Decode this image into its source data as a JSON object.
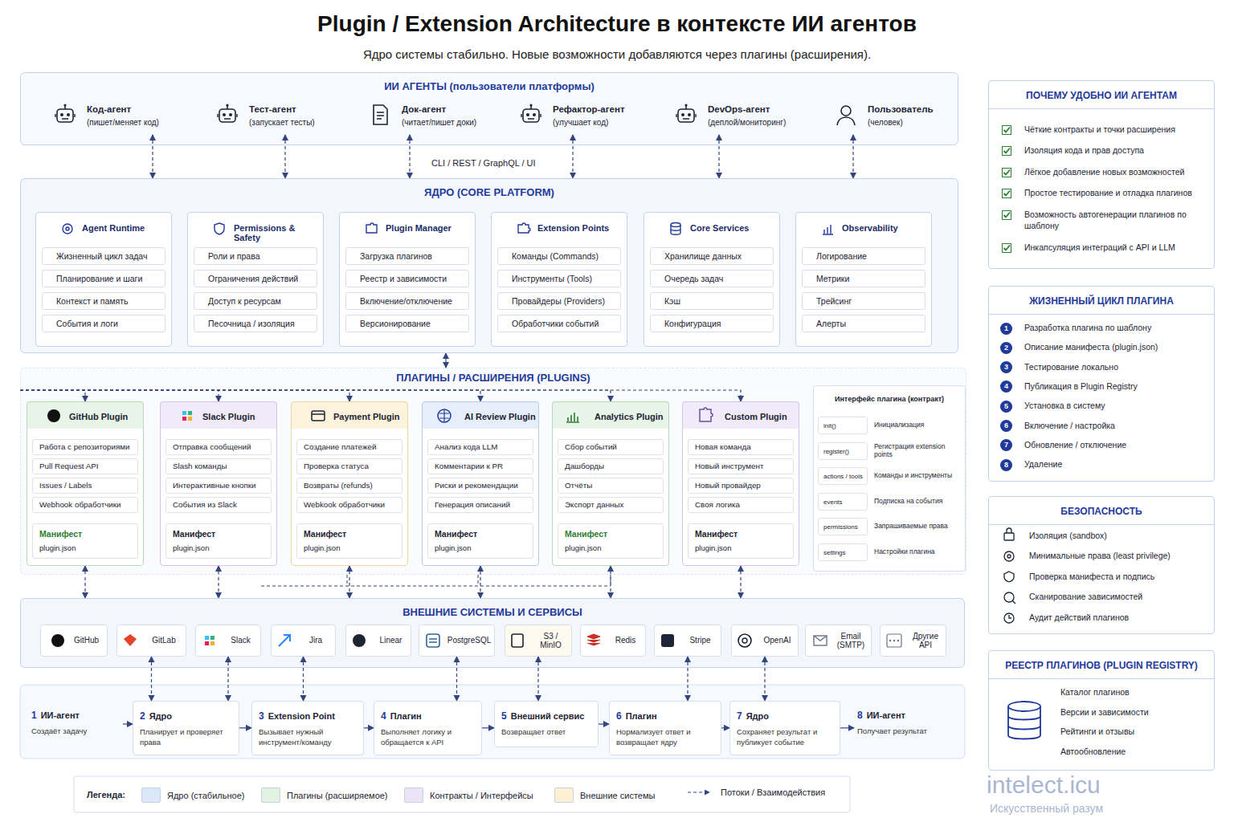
{
  "diagram": {
    "title": "Plugin / Extension Architecture в контексте ИИ агентов",
    "caption": "Ядро системы стабильно. Новые возможности добавляются через плагины (расширения).",
    "nodes": [
      {
        "text": [
          "ИИ АГЕНТЫ (пользователи платформы)"
        ]
      },
      {
        "text": [
          "Код-агент",
          "(пишет/меняет код)"
        ],
        "in": 0
      },
      {
        "text": [
          "Тест-агент",
          "(запускает тесты)"
        ],
        "in": 0
      },
      {
        "text": [
          "Док-агент",
          "(читает/пишет доки)"
        ],
        "in": 0
      },
      {
        "text": [
          "Рефактор-агент",
          "(улучшает код)"
        ],
        "in": 0
      },
      {
        "text": [
          "DevOps-агент",
          "(деплой/мониторинг)"
        ],
        "in": 0
      },
      {
        "text": [
          "Пользователь",
          "(человек)"
        ],
        "in": 0
      },
      {
        "text": [
          "ЯДРО (CORE PLATFORM)"
        ]
      },
      {
        "text": [
          "Agent Runtime"
        ],
        "in": 7
      },
      {
        "text": [
          "Жизненный цикл задач"
        ],
        "in": 8
      },
      {
        "text": [
          "Планирование и шаги"
        ],
        "in": 8
      },
      {
        "text": [
          "Контекст и память"
        ],
        "in": 8
      },
      {
        "text": [
          "События и логи"
        ],
        "in": 8
      },
      {
        "text": [
          "Permissions & Safety"
        ],
        "in": 7
      },
      {
        "text": [
          "Роли и права"
        ],
        "in": 13
      },
      {
        "text": [
          "Ограничения действий"
        ],
        "in": 13
      },
      {
        "text": [
          "Доступ к ресурсам"
        ],
        "in": 13
      },
      {
        "text": [
          "Песочница / изоляция"
        ],
        "in": 13
      },
      {
        "text": [
          "Plugin Manager"
        ],
        "in": 7
      },
      {
        "text": [
          "Загрузка плагинов"
        ],
        "in": 18
      },
      {
        "text": [
          "Реестр и зависимости"
        ],
        "in": 18
      },
      {
        "text": [
          "Включение/отключение"
        ],
        "in": 18
      },
      {
        "text": [
          "Версионирование"
        ],
        "in": 18
      },
      {
        "text": [
          "Extension Points"
        ],
        "in": 7
      },
      {
        "text": [
          "Команды (Commands)"
        ],
        "in": 23
      },
      {
        "text": [
          "Инструменты (Tools)"
        ],
        "in": 23
      },
      {
        "text": [
          "Провайдеры (Providers)"
        ],
        "in": 23
      },
      {
        "text": [
          "Обработчики событий"
        ],
        "in": 23
      },
      {
        "text": [
          "Core Services"
        ],
        "in": 7
      },
      {
        "text": [
          "Хранилище данных"
        ],
        "in": 28
      },
      {
        "text": [
          "Очередь задач"
        ],
        "in": 28
      },
      {
        "text": [
          "Кэш"
        ],
        "in": 28
      },
      {
        "text": [
          "Конфигурация"
        ],
        "in": 28
      },
      {
        "text": [
          "Observability"
        ],
        "in": 7
      },
      {
        "text": [
          "Логирование"
        ],
        "in": 33
      },
      {
        "text": [
          "Метрики"
        ],
        "in": 33
      },
      {
        "text": [
          "Трейсинг"
        ],
        "in": 33
      },
      {
        "text": [
          "Алерты"
        ],
        "in": 33
      },
      {
        "text": [
          "ПЛАГИНЫ / РАСШИРЕНИЯ (PLUGINS)"
        ]
      },
      {
        "text": [
          "GitHub Plugin"
        ],
        "in": 38
      },
      {
        "text": [
          "Работа с репозиториями"
        ],
        "in": 39
      },
      {
        "text": [
          "Pull Request API"
        ],
        "in": 39
      },
      {
        "text": [
          "Issues / Labels"
        ],
        "in": 39
      },
      {
        "text": [
          "Webhook обработчики"
        ],
        "in": 39
      },
      {
        "text": [
          "Манифест",
          "plugin.json"
        ],
        "in": 39
      },
      {
        "text": [
          "Slack Plugin"
        ],
        "in": 38
      },
      {
        "text": [
          "Отправка сообщений"
        ],
        "in": 45
      },
      {
        "text": [
          "Slash команды"
        ],
        "in": 45
      },
      {
        "text": [
          "Интерактивные кнопки"
        ],
        "in": 45
      },
      {
        "text": [
          "События из Slack"
        ],
        "in": 45
      },
      {
        "text": [
          "Манифест",
          "plugin.json"
        ],
        "in": 45
      },
      {
        "text": [
          "Payment Plugin"
        ],
        "in": 38
      },
      {
        "text": [
          "Создание платежей"
        ],
        "in": 51
      },
      {
        "text": [
          "Проверка статуса"
        ],
        "in": 51
      },
      {
        "text": [
          "Возвраты (refunds)"
        ],
        "in": 51
      },
      {
        "text": [
          "Webkook обработчики"
        ],
        "in": 51
      },
      {
        "text": [
          "Манифест",
          "plugin.json"
        ],
        "in": 51
      },
      {
        "text": [
          "AI Review Plugin"
        ],
        "in": 38
      },
      {
        "text": [
          "Анализ кода LLM"
        ],
        "in": 57
      },
      {
        "text": [
          "Комментарии к PR"
        ],
        "in": 57
      },
      {
        "text": [
          "Риски и рекомендации"
        ],
        "in": 57
      },
      {
        "text": [
          "Генерация описаний"
        ],
        "in": 57
      },
      {
        "text": [
          "Манифест",
          "plugin.json"
        ],
        "in": 57
      },
      {
        "text": [
          "Analytics Plugin"
        ],
        "in": 38
      },
      {
        "text": [
          "Сбор событий"
        ],
        "in": 63
      },
      {
        "text": [
          "Дашборды"
        ],
        "in": 63
      },
      {
        "text": [
          "Отчёты"
        ],
        "in": 63
      },
      {
        "text": [
          "Экспорт данных"
        ],
        "in": 63
      },
      {
        "text": [
          "Манифест",
          "plugin.json"
        ],
        "in": 63
      },
      {
        "text": [
          "Custom Plugin"
        ],
        "in": 38
      },
      {
        "text": [
          "Новая команда"
        ],
        "in": 69
      },
      {
        "text": [
          "Новый инструмент"
        ],
        "in": 69
      },
      {
        "text": [
          "Новый провайдер"
        ],
        "in": 69
      },
      {
        "text": [
          "Своя логика"
        ],
        "in": 69
      },
      {
        "text": [
          "Манифест",
          "plugin.json"
        ],
        "in": 69
      },
      {
        "text": [
          "Интерфейс плагина (контракт)"
        ],
        "in": 38
      },
      {
        "text": [
          "init()"
        ],
        "in": 75
      },
      {
        "text": [
          "register()"
        ],
        "in": 75
      },
      {
        "text": [
          "actions / tools"
        ],
        "in": 75
      },
      {
        "text": [
          "events"
        ],
        "in": 75
      },
      {
        "text": [
          "permissions"
        ],
        "in": 75
      },
      {
        "text": [
          "settings"
        ],
        "in": 75
      },
      {
        "text": [
          "ВНЕШНИЕ СИСТЕМЫ И СЕРВИСЫ"
        ]
      },
      {
        "text": [
          "GitHub"
        ],
        "in": 82
      },
      {
        "text": [
          "GitLab"
        ],
        "in": 82
      },
      {
        "text": [
          "Slack"
        ],
        "in": 82
      },
      {
        "text": [
          "Jira"
        ],
        "in": 82
      },
      {
        "text": [
          "Linear"
        ],
        "in": 82
      },
      {
        "text": [
          "PostgreSQL"
        ],
        "in": 82
      },
      {
        "text": [
          "S3 / MinIO"
        ],
        "in": 82
      },
      {
        "text": [
          "Redis"
        ],
        "in": 82
      },
      {
        "text": [
          "Stripe"
        ],
        "in": 82
      },
      {
        "text": [
          "OpenAI"
        ],
        "in": 82
      },
      {
        "text": [
          "Email (SMTP)"
        ],
        "in": 82
      },
      {
        "text": [
          "Другие API"
        ],
        "in": 82
      },
      {
        "text": [
          "1",
          "ИИ-агент",
          "Создаёт задачу"
        ]
      },
      {
        "text": [
          "2",
          "Ядро",
          "Планирует и проверяет права"
        ]
      },
      {
        "text": [
          "3",
          "Extension Point",
          "Вызывает нужный инструмент/команду"
        ]
      },
      {
        "text": [
          "4",
          "Плагин",
          "Выполняет логику и обращается к API"
        ]
      },
      {
        "text": [
          "5",
          "Внешний сервис",
          "Возвращает ответ"
        ]
      },
      {
        "text": [
          "6",
          "Плагин",
          "Нормализует ответ и возвращает ядру"
        ]
      },
      {
        "text": [
          "7",
          "Ядро",
          "Сохраняет результат и публикует событие"
        ]
      },
      {
        "text": [
          "8",
          "ИИ-агент",
          "Получает результат"
        ]
      },
      {
        "text": [
          "ПОЧЕМУ УДОБНО ИИ АГЕНТАМ"
        ]
      },
      {
        "text": [
          "ЖИЗНЕННЫЙ ЦИКЛ ПЛАГИНА"
        ]
      },
      {
        "text": [
          "БЕЗОПАСНОСТЬ"
        ]
      },
      {
        "text": [
          "РЕЕСТР ПЛАГИНОВ (PLUGIN REGISTRY)"
        ]
      }
    ],
    "edges": [
      {
        "from": 1,
        "to": 7,
        "arrow": "both"
      },
      {
        "from": 2,
        "to": 7,
        "arrow": "both"
      },
      {
        "from": 3,
        "to": 7,
        "arrow": "both"
      },
      {
        "from": 4,
        "to": 7,
        "arrow": "both"
      },
      {
        "from": 5,
        "to": 7,
        "arrow": "both"
      },
      {
        "from": 6,
        "to": 7,
        "arrow": "both"
      },
      {
        "from": 7,
        "to": 38,
        "arrow": "both"
      },
      {
        "from": 38,
        "to": 39,
        "arrow": "to"
      },
      {
        "from": 38,
        "to": 45,
        "arrow": "to"
      },
      {
        "from": 38,
        "to": 51,
        "arrow": "to"
      },
      {
        "from": 38,
        "to": 57,
        "arrow": "to"
      },
      {
        "from": 38,
        "to": 63,
        "arrow": "to"
      },
      {
        "from": 38,
        "to": 69,
        "arrow": "to"
      },
      {
        "from": 39,
        "to": 82,
        "arrow": "both"
      },
      {
        "from": 45,
        "to": 82,
        "arrow": "both"
      },
      {
        "from": 51,
        "to": 82,
        "arrow": "both"
      },
      {
        "from": 57,
        "to": 82,
        "arrow": "both"
      },
      {
        "from": 63,
        "to": 82,
        "arrow": "both"
      },
      {
        "from": 69,
        "to": 82,
        "arrow": "both"
      },
      {
        "from": 84,
        "to": 96,
        "arrow": "both"
      },
      {
        "from": 85,
        "to": 96,
        "arrow": "both"
      },
      {
        "from": 86,
        "to": 97,
        "arrow": "both"
      },
      {
        "from": 88,
        "to": 98,
        "arrow": "both"
      },
      {
        "from": 89,
        "to": 99,
        "arrow": "both"
      },
      {
        "from": 91,
        "to": 100,
        "arrow": "both"
      },
      {
        "from": 92,
        "to": 101,
        "arrow": "both"
      },
      {
        "from": 95,
        "to": 96,
        "arrow": "to"
      },
      {
        "from": 96,
        "to": 97,
        "arrow": "to"
      },
      {
        "from": 97,
        "to": 98,
        "arrow": "to"
      },
      {
        "from": 98,
        "to": 99,
        "arrow": "to"
      },
      {
        "from": 99,
        "to": 100,
        "arrow": "to"
      },
      {
        "from": 100,
        "to": 101,
        "arrow": "to"
      },
      {
        "from": 101,
        "to": 102,
        "arrow": "to"
      }
    ],
    "labels": [
      "CLI / REST / GraphQL / UI",
      "Чёткие контракты и точки расширения",
      "Изоляция кода и прав доступа",
      "Лёгкое добавление новых возможностей",
      "Простое тестирование и отладка плагинов",
      "Возможность автогенерации плагинов по шаблону",
      "Инкапсуляция интеграций с API и LLM",
      "1",
      "Разработка плагина по шаблону",
      "2",
      "Описание манифеста (plugin.json)",
      "3",
      "Тестирование локально",
      "4",
      "Публикация в Plugin Registry",
      "5",
      "Установка в систему",
      "6",
      "Включение / настройка",
      "7",
      "Обновление / отключение",
      "8",
      "Удаление",
      "Изоляция (sandbox)",
      "Минимальные права (least privilege)",
      "Проверка манифеста и подпись",
      "Сканирование зависимостей",
      "Аудит действий плагинов",
      "Каталог плагинов",
      "Версии и зависимости",
      "Рейтинги и отзывы",
      "Автообновление",
      "Инициализация",
      "Регистрация extension points",
      "Команды и инструменты",
      "Подписка на события",
      "Запрашиваемые права",
      "Настройки плагина",
      "Легенда:",
      "intelect.icu",
      "Искусственный разум"
    ],
    "legend": [
      {
        "text": "Ядро (стабильное)",
        "color": "#dbe7fb"
      },
      {
        "text": "Плагины (расширяемое)",
        "color": "#e3f3e3"
      },
      {
        "text": "Контракты / Интерфейсы",
        "color": "#ebe4f6"
      },
      {
        "text": "Внешние системы",
        "color": "#fdf0d5"
      },
      {
        "text": "Потоки / Взаимодействия"
      }
    ]
  }
}
